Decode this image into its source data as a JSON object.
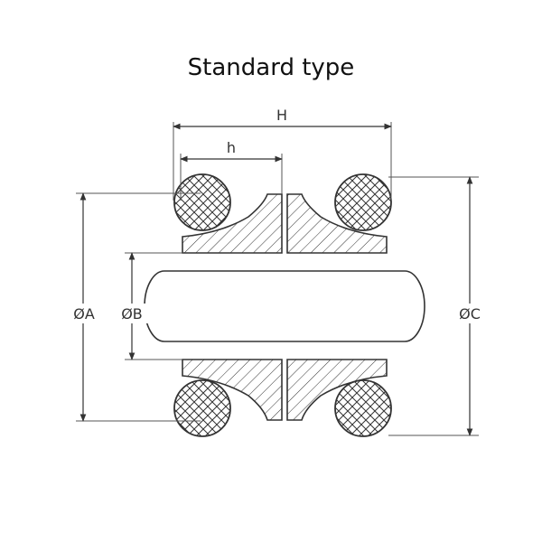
{
  "title": "Standard type",
  "dimensions": {
    "H": "H",
    "h": "h",
    "A": "ØA",
    "B": "ØB",
    "C": "ØC"
  },
  "colors": {
    "line": "#333333",
    "background": "#ffffff"
  }
}
